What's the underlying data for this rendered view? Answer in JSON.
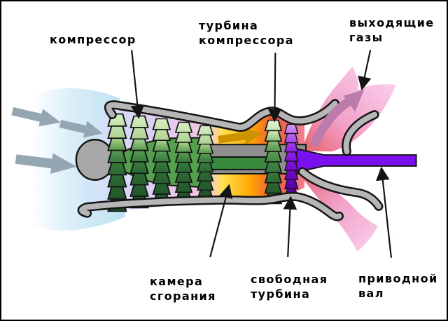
{
  "labels": {
    "compressor": "компрессор",
    "compressor_turbine": "турбина\nкомпрессора",
    "exhaust_gases": "выходящие\nгазы",
    "combustion_chamber": "камера\nсгорания",
    "free_turbine": "свободная\nтурбина",
    "drive_shaft": "приводной\nвал"
  },
  "colors": {
    "intake_air_blue": "#bde2f1",
    "intake_arrow_gray": "#93a6b2",
    "compressor_blade_light_green": "#d8efc4",
    "compressor_blade_dark_green": "#1e4e27",
    "rotor_drum_green": "#55a04e",
    "combustion_yellow": "#ffe24e",
    "combustion_orange": "#ffa400",
    "combustion_arrow_gold": "#cc9200",
    "hot_gas_red": "#ec5a42",
    "exhaust_plume_pink": "#f7c0e4",
    "exhaust_arrow_pink": "#bc7cab",
    "free_turbine_purple": "#7a0cd6",
    "drive_shaft_purple": "#7a10ee",
    "casing_gray": "#b6b6b6",
    "outline_black": "#141414"
  }
}
